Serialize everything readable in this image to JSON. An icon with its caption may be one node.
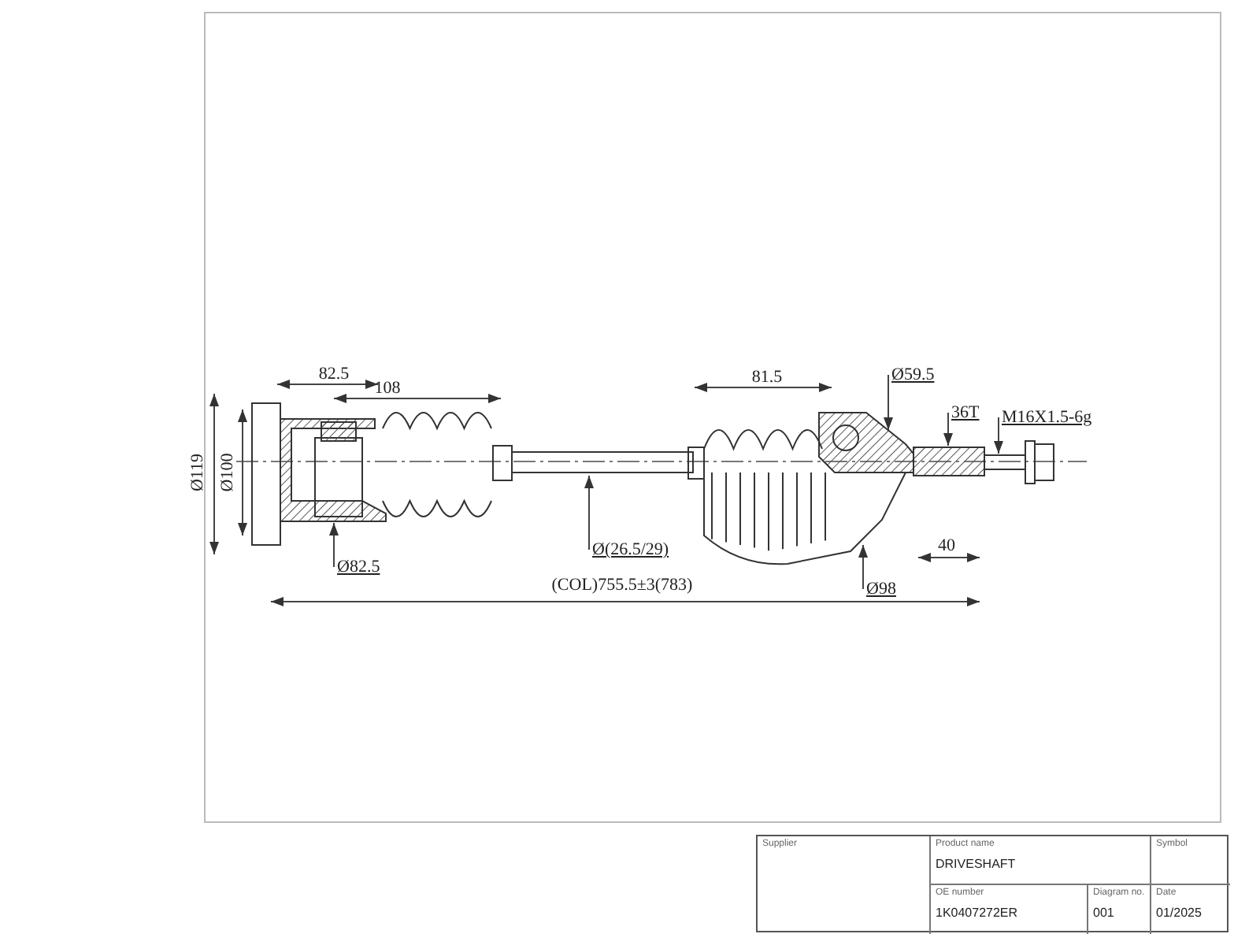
{
  "diagram": {
    "nodes": [
      {
        "text": [
          "Ø59.5"
        ]
      },
      {
        "text": [
          "36T"
        ]
      },
      {
        "text": [
          "M16X1.5-6g"
        ]
      },
      {
        "text": [
          "Ø82.5"
        ]
      },
      {
        "text": [
          "Ø(26.5/29)"
        ]
      },
      {
        "text": [
          "Ø98"
        ]
      }
    ],
    "edges": [
      {
        "from": 0,
        "to": null,
        "arrow": "to"
      },
      {
        "from": 1,
        "to": null,
        "arrow": "to"
      },
      {
        "from": 2,
        "to": null,
        "arrow": "to"
      },
      {
        "from": 3,
        "to": null,
        "arrow": "to"
      },
      {
        "from": 4,
        "to": null,
        "arrow": "to"
      },
      {
        "from": 5,
        "to": null,
        "arrow": "to"
      }
    ],
    "labels": [
      "82.5",
      "108",
      "81.5",
      "Ø119",
      "Ø100",
      "40",
      "(COL)755.5±3(783)",
      "Supplier",
      "Product name",
      "DRIVESHAFT",
      "Symbol",
      "OE number",
      "1K0407272ER",
      "Diagram no.",
      "001",
      "Date",
      "01/2025"
    ]
  }
}
